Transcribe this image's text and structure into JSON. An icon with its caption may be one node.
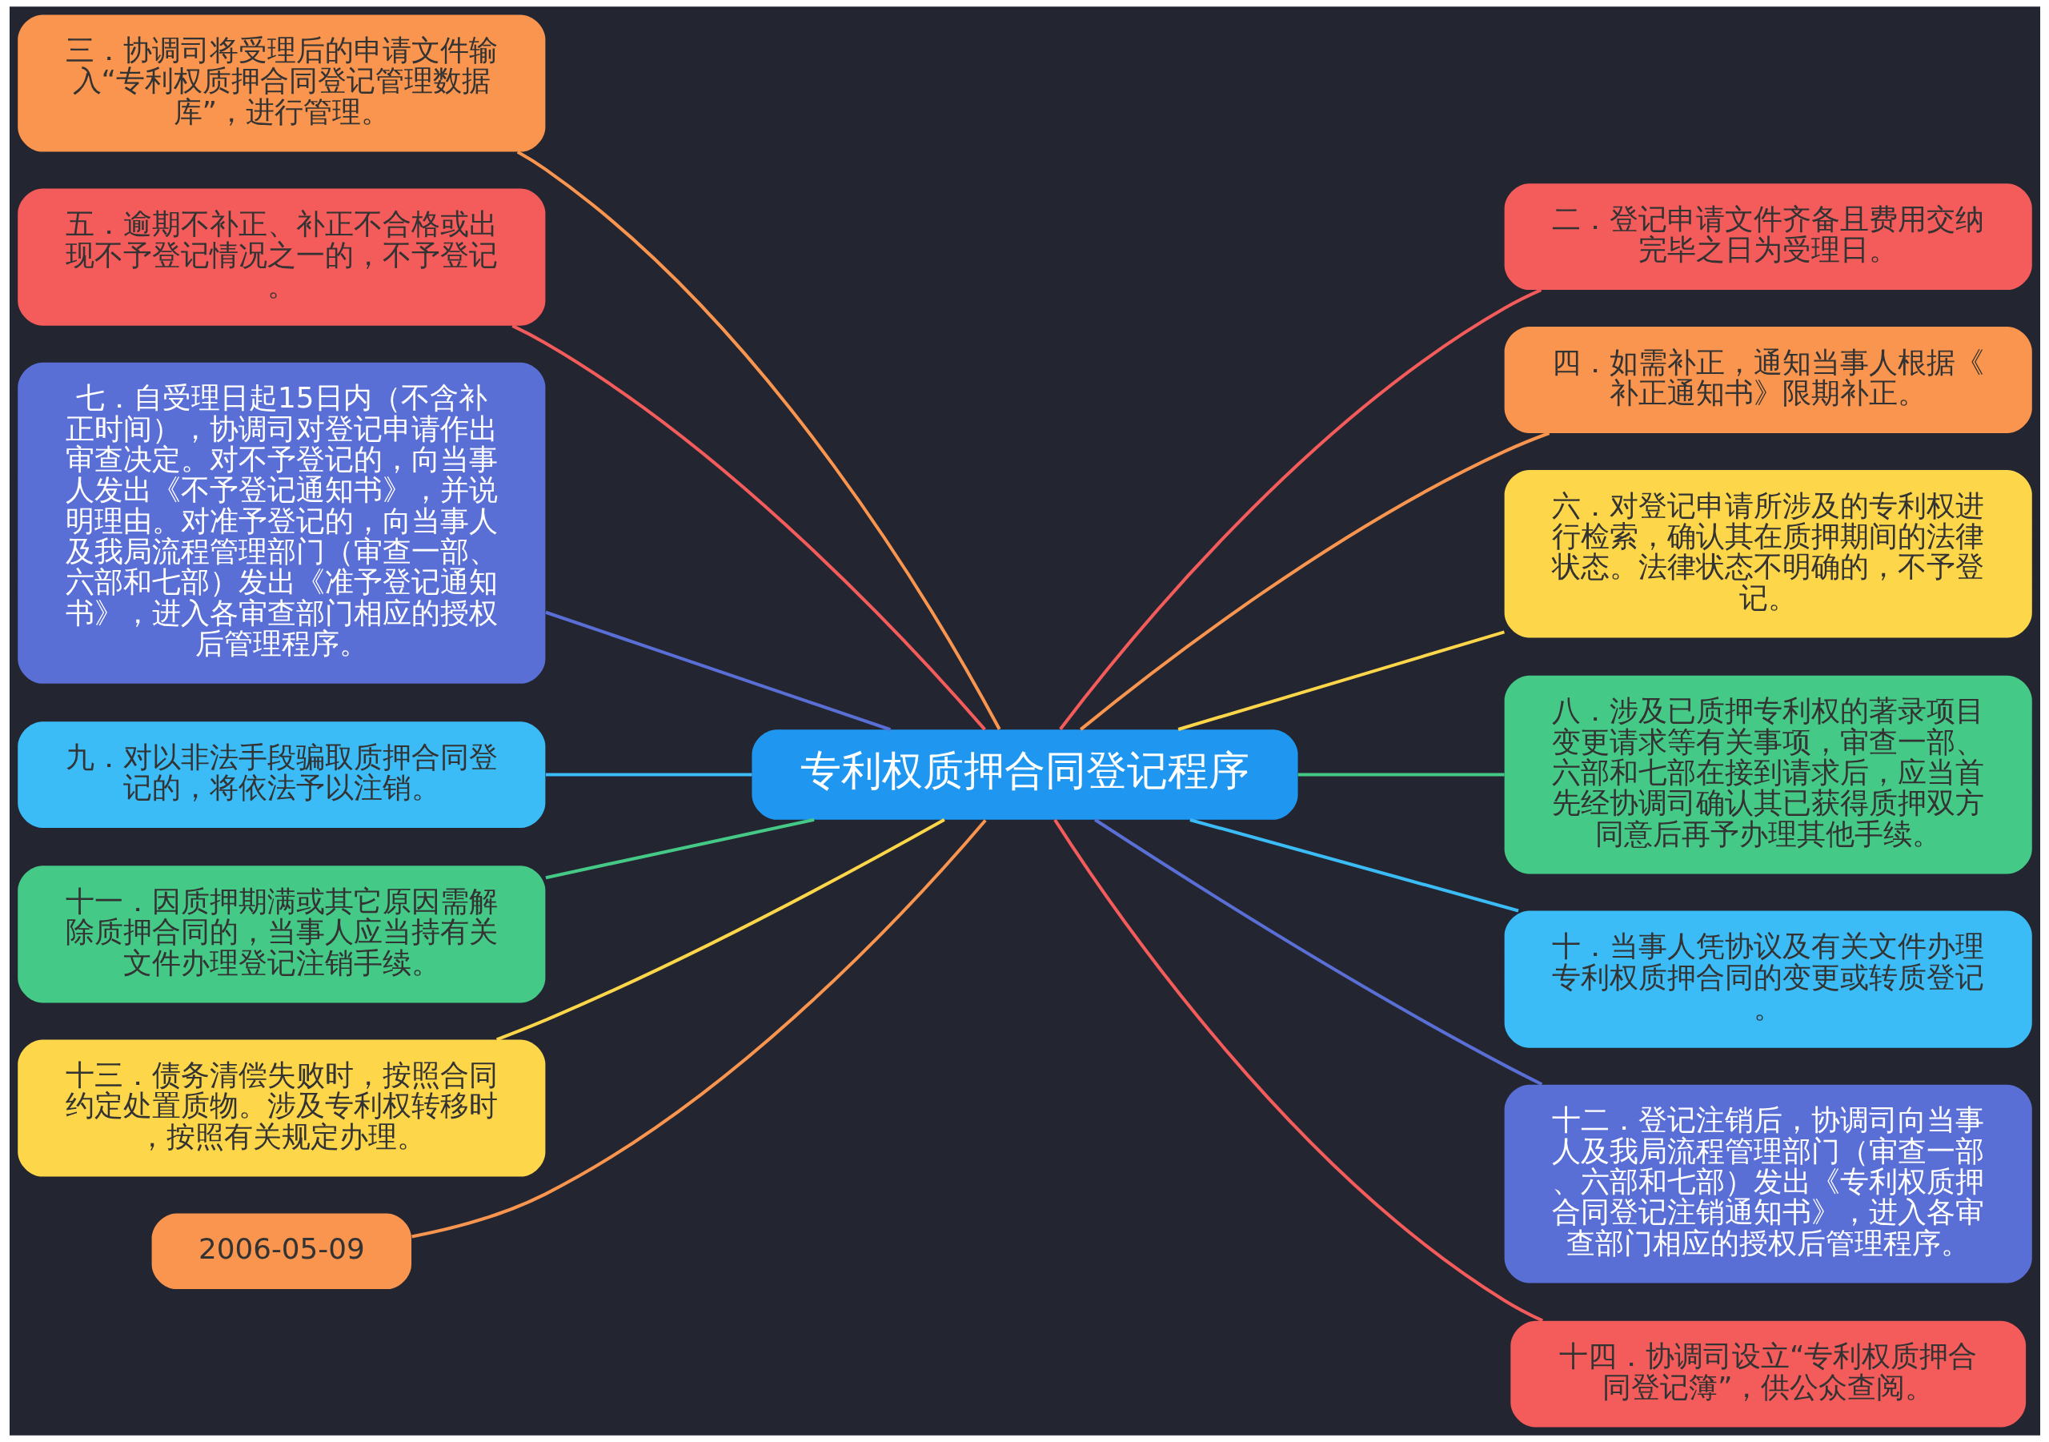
{
  "diagram": {
    "nodes": [
      {
        "text": [
          "专利权质押合同登记程序"
        ]
      },
      {
        "text": [
          "二．登记申请文件齐备且费用交纳完毕之日为受理日。"
        ]
      },
      {
        "text": [
          "三．协调司将受理后的申请文件输入“专利权质押合同登记管理数据库”，进行管理。"
        ]
      },
      {
        "text": [
          "四．如需补正，通知当事人根据《补正通知书》限期补正。"
        ]
      },
      {
        "text": [
          "五．逾期不补正、补正不合格或出现不予登记情况之一的，不予登记。"
        ]
      },
      {
        "text": [
          "六．对登记申请所涉及的专利权进行检索，确认其在质押期间的法律状态。法律状态不明确的，不予登记。"
        ]
      },
      {
        "text": [
          "七．自受理日起15日内（不含补正时间），协调司对登记申请作出审查决定。对不予登记的，向当事人发出《不予登记通知书》，并说明理由。对准予登记的，向当事人及我局流程管理部门（审查一部、六部和七部）发出《准予登记通知书》，进入各审查部门相应的授权后管理程序。"
        ]
      },
      {
        "text": [
          "八．涉及已质押专利权的著录项目变更请求等有关事项，审查一部、六部和七部在接到请求后，应当首先经协调司确认其已获得质押双方同意后再予办理其他手续。"
        ]
      },
      {
        "text": [
          "九．对以非法手段骗取质押合同登记的，将依法予以注销。"
        ]
      },
      {
        "text": [
          "十．当事人凭协议及有关文件办理专利权质押合同的变更或转质登记。"
        ]
      },
      {
        "text": [
          "十一．因质押期满或其它原因需解除质押合同的，当事人应当持有关文件办理登记注销手续。"
        ]
      },
      {
        "text": [
          "十二．登记注销后，协调司向当事人及我局流程管理部门（审查一部、六部和七部）发出《专利权质押合同登记注销通知书》，进入各审查部门相应的授权后管理程序。"
        ]
      },
      {
        "text": [
          "十三．债务清偿失败时，按照合同约定处置质物。涉及专利权转移时，按照有关规定办理。"
        ]
      },
      {
        "text": [
          "十四．协调司设立“专利权质押合同登记簿”，供公众查阅。"
        ]
      },
      {
        "text": [
          "2006-05-09"
        ]
      }
    ],
    "edges": [
      {
        "from": 0,
        "to": 1,
        "arrow": "none",
        "color": "#f45b5b"
      },
      {
        "from": 0,
        "to": 2,
        "arrow": "none",
        "color": "#f9954e"
      },
      {
        "from": 0,
        "to": 3,
        "arrow": "none",
        "color": "#f9954e"
      },
      {
        "from": 0,
        "to": 4,
        "arrow": "none",
        "color": "#f45b5b"
      },
      {
        "from": 0,
        "to": 5,
        "arrow": "none",
        "color": "#fdd64a"
      },
      {
        "from": 0,
        "to": 6,
        "arrow": "none",
        "color": "#5a6fd6"
      },
      {
        "from": 0,
        "to": 7,
        "arrow": "none",
        "color": "#45c987"
      },
      {
        "from": 0,
        "to": 8,
        "arrow": "none",
        "color": "#3bbcf7"
      },
      {
        "from": 0,
        "to": 9,
        "arrow": "none",
        "color": "#3bbcf7"
      },
      {
        "from": 0,
        "to": 10,
        "arrow": "none",
        "color": "#45c987"
      },
      {
        "from": 0,
        "to": 11,
        "arrow": "none",
        "color": "#5a6fd6"
      },
      {
        "from": 0,
        "to": 12,
        "arrow": "none",
        "color": "#fdd64a"
      },
      {
        "from": 0,
        "to": 13,
        "arrow": "none",
        "color": "#f45b5b"
      },
      {
        "from": 0,
        "to": 14,
        "arrow": "none",
        "color": "#f9954e"
      }
    ]
  }
}
